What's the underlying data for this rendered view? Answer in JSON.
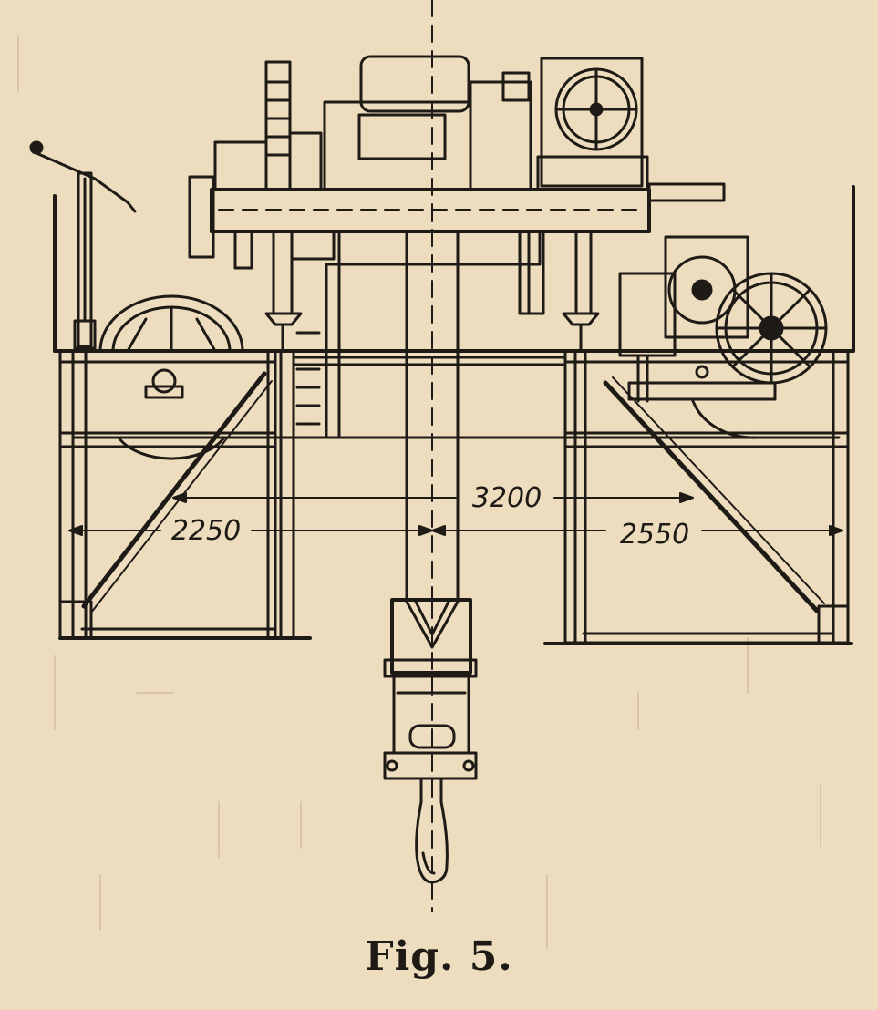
{
  "figure": {
    "caption": "Fig. 5.",
    "dimensions": {
      "span_total": "3200",
      "left_overhang": "2250",
      "right_overhang": "2550"
    }
  },
  "colors": {
    "paper": "#eddcbd",
    "ink": "#1e1a16"
  }
}
